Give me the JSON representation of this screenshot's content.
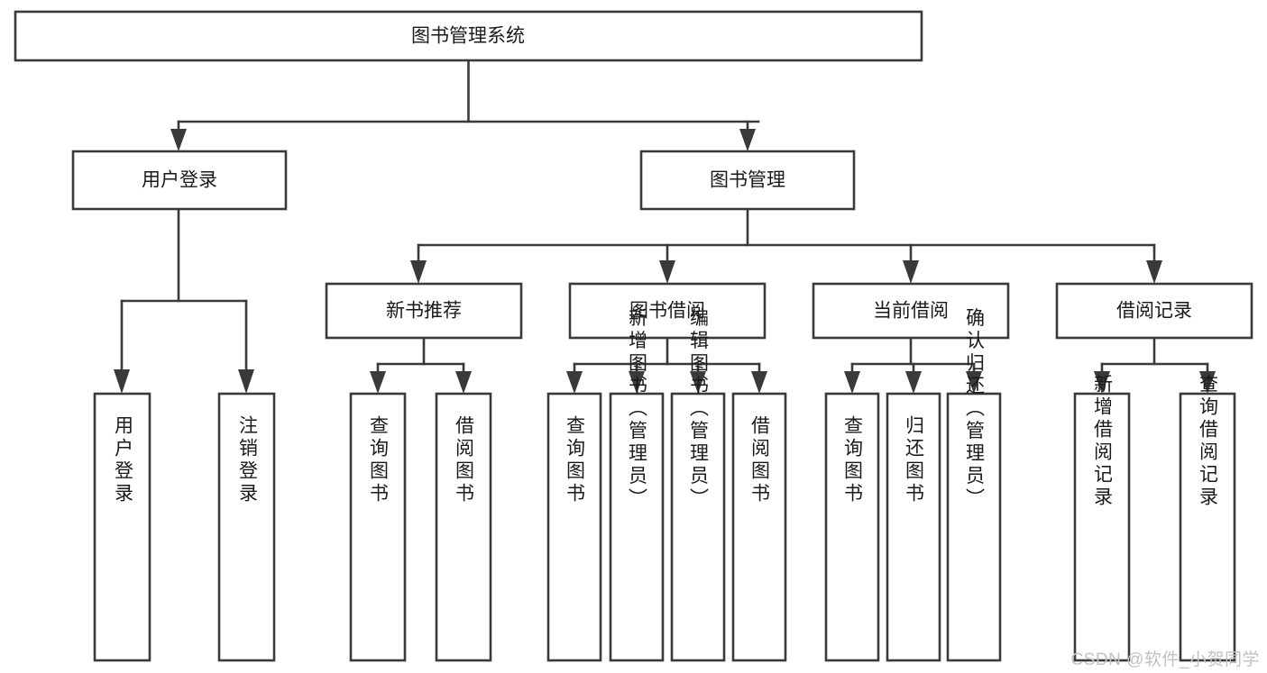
{
  "diagram": {
    "title": "图书管理系统",
    "type": "tree-hierarchy-chart",
    "root": {
      "label": "图书管理系统"
    },
    "level2": [
      {
        "label": "用户登录"
      },
      {
        "label": "图书管理"
      }
    ],
    "level3": [
      {
        "label": "新书推荐"
      },
      {
        "label": "图书借阅"
      },
      {
        "label": "当前借阅"
      },
      {
        "label": "借阅记录"
      }
    ],
    "leaves": {
      "user_login": [
        {
          "label": "用户登录"
        },
        {
          "label": "注销登录"
        }
      ],
      "new_book_recommend": [
        {
          "label": "查询图书"
        },
        {
          "label": "借阅图书"
        }
      ],
      "book_borrow": [
        {
          "label": "查询图书"
        },
        {
          "label": "新增图书（管理员）"
        },
        {
          "label": "编辑图书（管理员）"
        },
        {
          "label": "借阅图书"
        }
      ],
      "current_borrow": [
        {
          "label": "查询图书"
        },
        {
          "label": "归还图书"
        },
        {
          "label": "确认归还（管理员）"
        }
      ],
      "borrow_record": [
        {
          "label": "新增借阅记录"
        },
        {
          "label": "查询借阅记录"
        }
      ]
    }
  },
  "watermark": {
    "text": "CSDN @软件_小贺同学"
  },
  "colors": {
    "stroke": "#3a3a3a",
    "fill": "#ffffff",
    "text": "#1a1a1a",
    "watermark": "#c2c2c2"
  }
}
